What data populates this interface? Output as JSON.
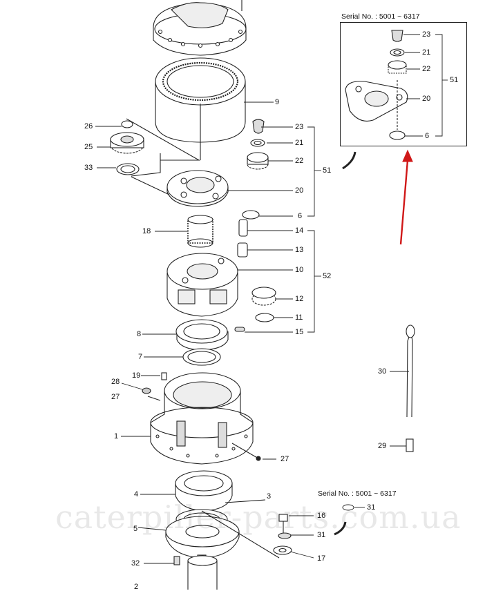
{
  "inset_main": {
    "serial_label": "Serial No. : 5001 ~ 6317",
    "callouts": [
      "23",
      "21",
      "22",
      "51",
      "20",
      "6"
    ]
  },
  "inset_small": {
    "serial_label": "Serial No. : 5001 ~ 6317",
    "callout": "31"
  },
  "watermark": "caterpiller-parts.com.ua",
  "callouts_left": [
    "26",
    "25",
    "33",
    "18",
    "8",
    "7",
    "19",
    "28",
    "27",
    "1",
    "4",
    "5",
    "32",
    "2"
  ],
  "callouts_right": [
    "9",
    "23",
    "21",
    "22",
    "51",
    "20",
    "6",
    "14",
    "13",
    "10",
    "52",
    "12",
    "11",
    "15",
    "30",
    "29",
    "27",
    "3",
    "16",
    "31",
    "17"
  ],
  "colors": {
    "ink": "#111111",
    "arrow": "#d01818",
    "line": "#222222"
  }
}
